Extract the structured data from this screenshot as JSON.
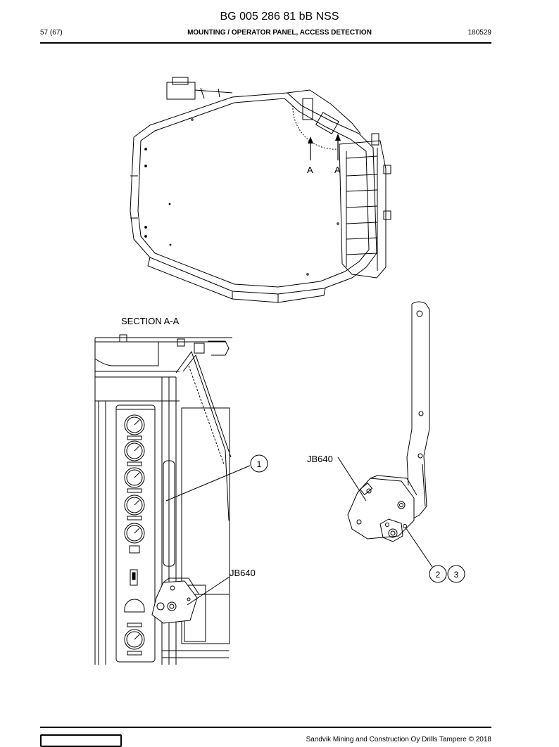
{
  "header": {
    "doc_id": "BG 005 286 81 bB NSS",
    "page": "57 (67)",
    "section_title": "MOUNTING / OPERATOR PANEL, ACCESS DETECTION",
    "date_code": "180529"
  },
  "top_view": {
    "section_markers": [
      "A",
      "A"
    ]
  },
  "section_view": {
    "title": "SECTION A-A",
    "callout_1": "1",
    "box_label": "JB640"
  },
  "detail_view": {
    "box_label": "JB640",
    "callout_2": "2",
    "callout_3": "3"
  },
  "footer": {
    "copyright": "Sandvik Mining and Construction Oy Drills Tampere © 2018"
  }
}
